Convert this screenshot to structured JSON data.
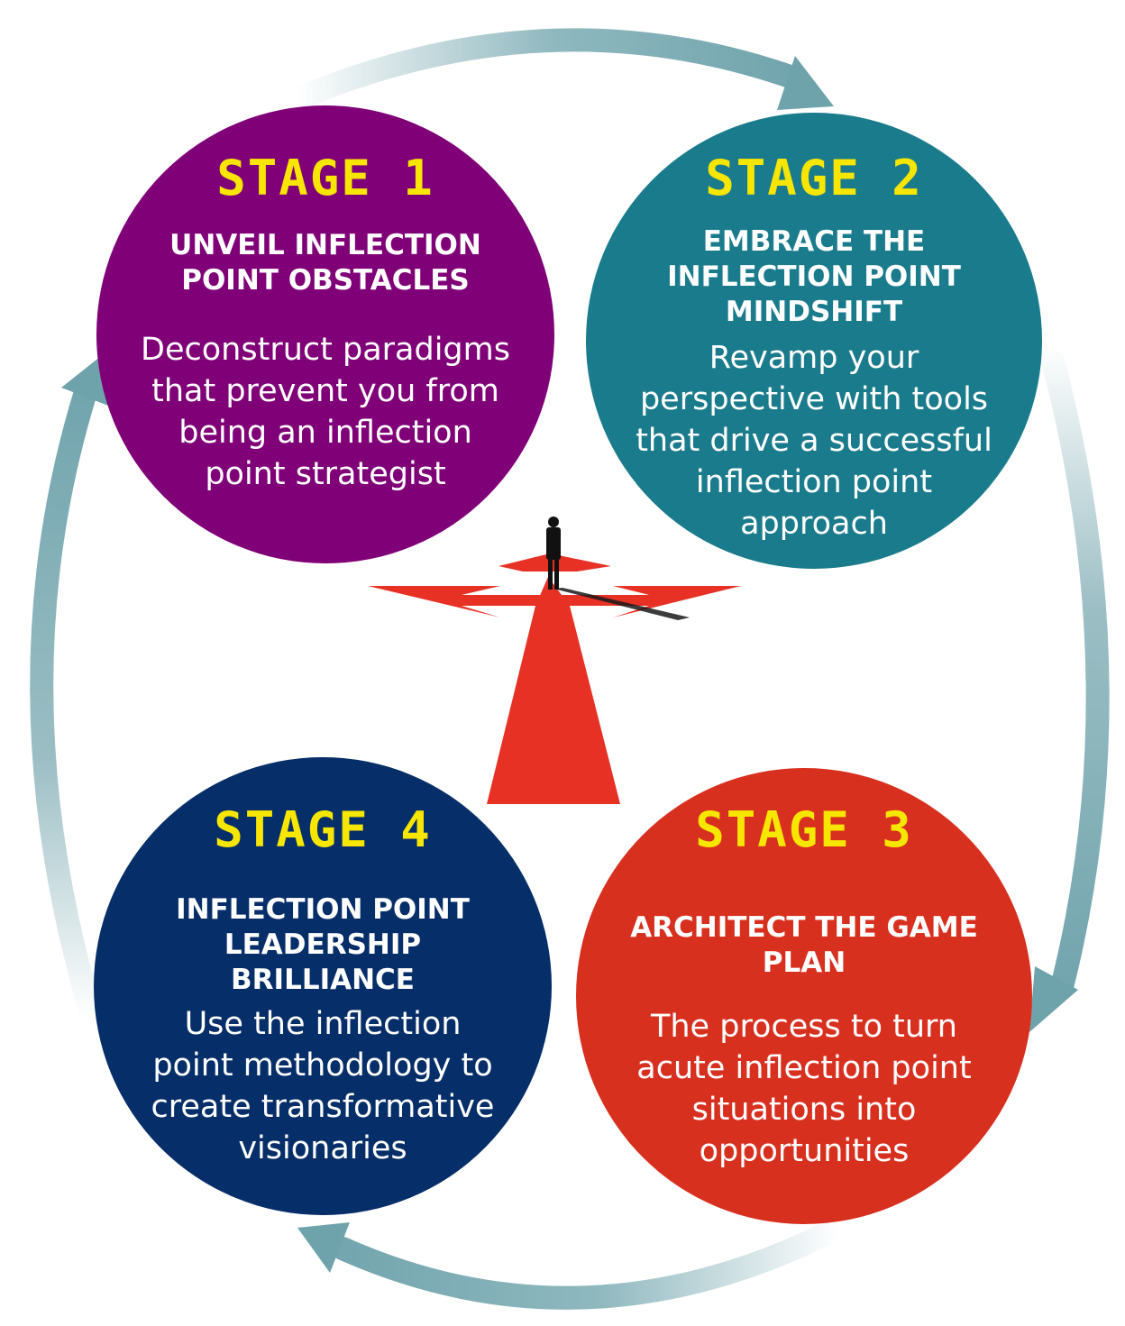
{
  "stages": [
    {
      "label": "STAGE 1",
      "heading": "UNVEIL INFLECTION\nPOINT OBSTACLES",
      "description": "Deconstruct paradigms\nthat prevent you from\nbeing an inflection\npoint strategist",
      "color": "#800078"
    },
    {
      "label": "STAGE 2",
      "heading": "EMBRACE THE\nINFLECTION POINT\nMINDSHIFT",
      "description": "Revamp your\nperspective with tools\nthat drive a successful\ninflection point\napproach",
      "color": "#1a7b8c"
    },
    {
      "label": "STAGE 3",
      "heading": "ARCHITECT THE GAME\nPLAN",
      "description": "The process to turn\nacute inflection point\nsituations into\nopportunities",
      "color": "#d8301f"
    },
    {
      "label": "STAGE 4",
      "heading": "INFLECTION POINT\nLEADERSHIP\nBRILLIANCE",
      "description": "Use the inflection\npoint methodology to\ncreate transformative\nvisionaries",
      "color": "#062e69"
    }
  ],
  "colors": {
    "stage_label": "#f7e600",
    "arrow_teal": "#6fa3ac",
    "crossroads_red": "#e83125"
  },
  "icons": {
    "center": "crossroads-arrows-with-person-icon"
  }
}
